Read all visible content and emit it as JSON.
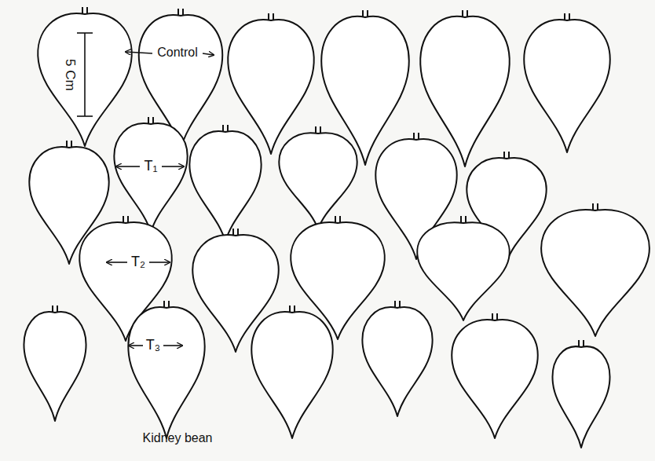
{
  "diagram": {
    "labels": [
      "5 Cm",
      "Control",
      "T₁",
      "T₂",
      "T₃",
      "Kidney bean"
    ]
  }
}
